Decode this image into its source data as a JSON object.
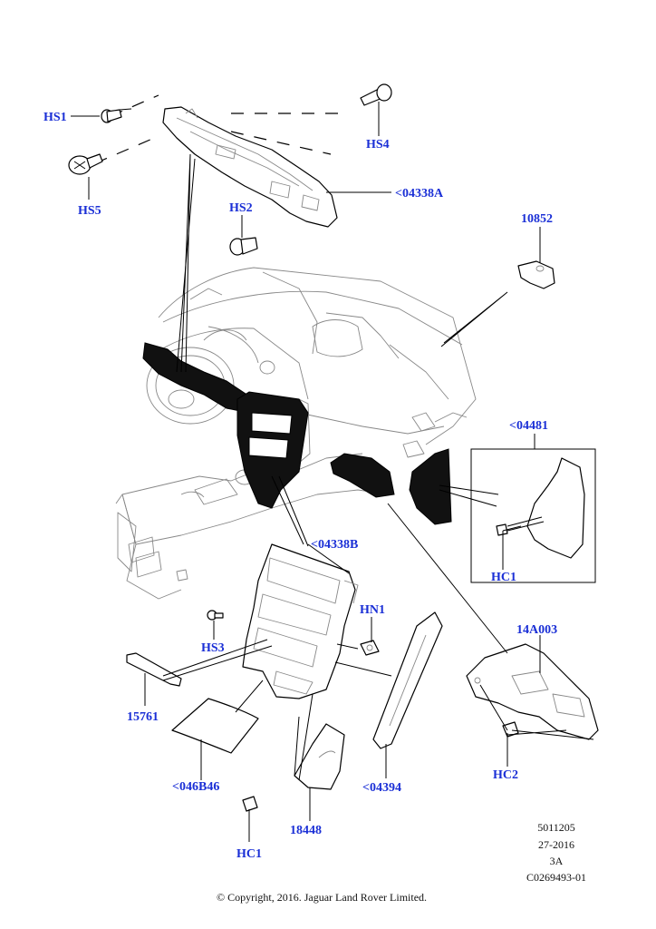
{
  "labels": {
    "hs1": "HS1",
    "hs4": "HS4",
    "hs5": "HS5",
    "hs2": "HS2",
    "c04338a": "<04338A",
    "n10852": "10852",
    "c04481": "<04481",
    "hc1_right": "HC1",
    "c04338b": "<04338B",
    "hn1": "HN1",
    "hs3": "HS3",
    "n14a003": "14A003",
    "n15761": "15761",
    "c046b46": "<046B46",
    "c04394": "<04394",
    "hc2": "HC2",
    "n18448": "18448",
    "hc1_bottom": "HC1"
  },
  "meta": {
    "line1": "5011205",
    "line2": "27-2016",
    "line3": "3A",
    "line4": "C0269493-01"
  },
  "copyright": "© Copyright, 2016. Jaguar Land Rover Limited.",
  "colors": {
    "label": "#1a2fd6",
    "line": "#000000",
    "fill_dark": "#111111"
  }
}
